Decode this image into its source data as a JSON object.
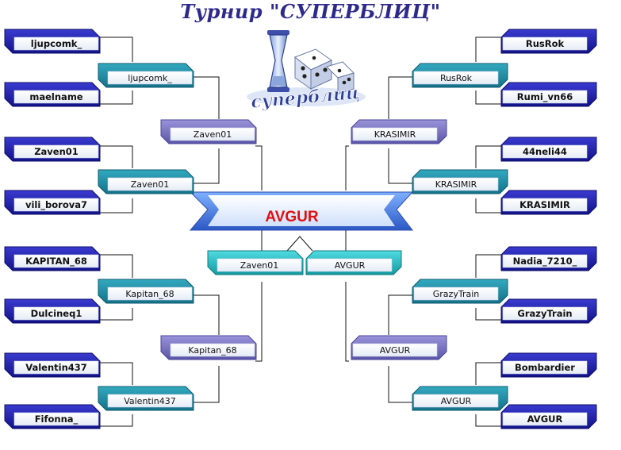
{
  "title": "Турнир \"СУПЕРБЛИЦ\"",
  "logo_text": "суперблиц",
  "champion": "AVGUR",
  "colors": {
    "round1": "#1e1ea8",
    "round2": "#1f8ea6",
    "semis": "#7a74c4",
    "final_left": "#25c0c4",
    "champion_banner": "#3c6fd2",
    "champion_text": "#e01010",
    "title": "#2e2a8c"
  },
  "left": {
    "round1": [
      "ljupcomk_",
      "maelname",
      "Zaven01",
      "vili_borova7",
      "KAPITAN_68",
      "Dulcineq1",
      "Valentin437",
      "Fifonna_"
    ],
    "round2": [
      "ljupcomk_",
      "Zaven01",
      "Kapitan_68",
      "Valentin437"
    ],
    "round3": [
      "Zaven01",
      "Kapitan_68"
    ],
    "final": "Zaven01"
  },
  "right": {
    "round1": [
      "RusRok",
      "Rumi_vn66",
      "44neli44",
      "KRASIMIR",
      "Nadia_7210_",
      "GrazyTrain",
      "Bombardier",
      "AVGUR"
    ],
    "round2": [
      "RusRok",
      "KRASIMIR",
      "GrazyTrain",
      "AVGUR"
    ],
    "round3": [
      "KRASIMIR",
      "AVGUR"
    ],
    "final": "AVGUR"
  }
}
